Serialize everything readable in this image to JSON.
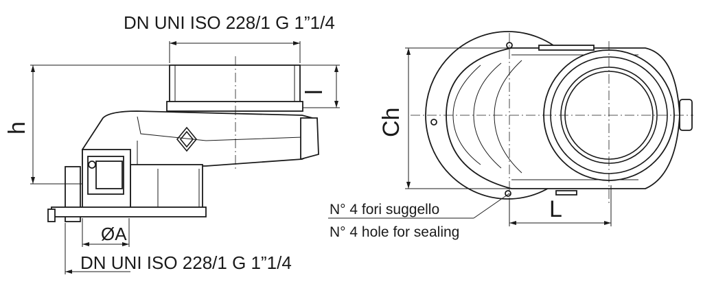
{
  "labels": {
    "top_connection": "DN UNI ISO 228/1 G 1”1/4",
    "bottom_connection": "DN UNI ISO 228/1 G 1”1/4",
    "dim_h": "h",
    "dim_l_small": "l",
    "dim_diameter_a": "ØA",
    "dim_ch": "Ch",
    "dim_L": "L",
    "note_it": "N° 4 fori suggello",
    "note_en": "N° 4 hole for sealing"
  },
  "colors": {
    "line": "#1a1a1a",
    "background": "#ffffff"
  }
}
